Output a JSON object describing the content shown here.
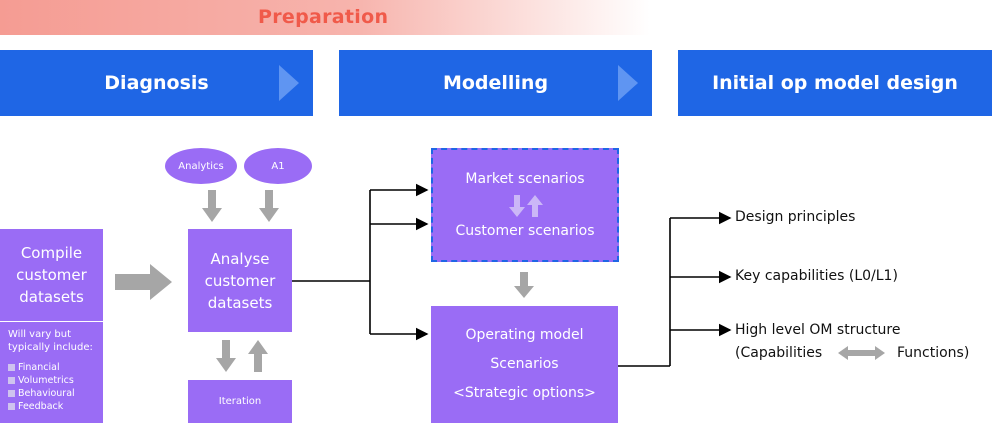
{
  "banner": {
    "label": "Preparation"
  },
  "phases": [
    {
      "label": "Diagnosis"
    },
    {
      "label": "Modelling"
    },
    {
      "label": "Initial op model design"
    }
  ],
  "inputs": {
    "analytics": "Analytics",
    "a1": "A1"
  },
  "compile": {
    "lines": [
      "Compile",
      "customer",
      "datasets"
    ],
    "note_lines": [
      "Will vary but",
      "typically include:"
    ],
    "bullets": [
      "Financial",
      "Volumetrics",
      "Behavioural",
      "Feedback"
    ]
  },
  "analyse": {
    "lines": [
      "Analyse",
      "customer",
      "datasets"
    ]
  },
  "iteration": {
    "label": "Iteration"
  },
  "scenarios": {
    "market": "Market scenarios",
    "customer": "Customer scenarios"
  },
  "operating": {
    "lines": [
      "Operating model",
      "Scenarios",
      "<Strategic options>"
    ]
  },
  "outputs": {
    "design_principles": "Design principles",
    "key_capabilities": "Key capabilities (L0/L1)",
    "om_structure": "High level OM structure",
    "capabilities": "(Capabilities",
    "functions": "Functions)"
  },
  "colors": {
    "accent_blue": "#1f66e5",
    "purple": "#9a6cf5",
    "banner_text": "#f05a4a",
    "arrow_grey": "#a6a6a6"
  }
}
